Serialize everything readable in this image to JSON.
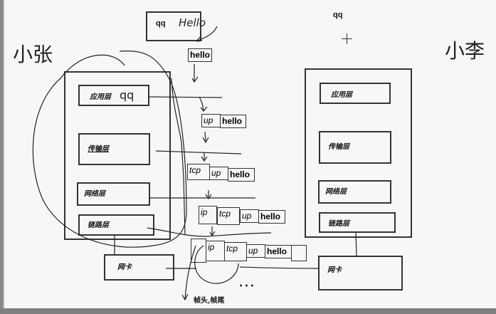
{
  "sender": {
    "name": "小张",
    "layers": [
      "应用层",
      "传输层",
      "网络层",
      "链路层"
    ],
    "nic": "网卡",
    "app_note": "qq"
  },
  "receiver": {
    "name": "小李",
    "layers": [
      "应用层",
      "传输层",
      "网络层",
      "链路层"
    ],
    "nic": "网卡",
    "app_label": "qq"
  },
  "qq_window": {
    "title": "qq",
    "message": "Hello"
  },
  "message": "hello",
  "encapsulation": [
    {
      "layer": "application",
      "headers": [
        "up"
      ],
      "payload": "hello"
    },
    {
      "layer": "transport",
      "headers": [
        "tcp",
        "up"
      ],
      "payload": "hello"
    },
    {
      "layer": "network",
      "headers": [
        "ip",
        "tcp",
        "up"
      ],
      "payload": "hello"
    },
    {
      "layer": "link",
      "headers": [
        "",
        "ip",
        "tcp",
        "up"
      ],
      "payload": "hello",
      "trailer": ""
    }
  ],
  "header_sketch": {
    "up": "up",
    "tcp": "tcp",
    "ip": "ip"
  },
  "frame_note": "帧头,帧尾",
  "dots": "• • •"
}
